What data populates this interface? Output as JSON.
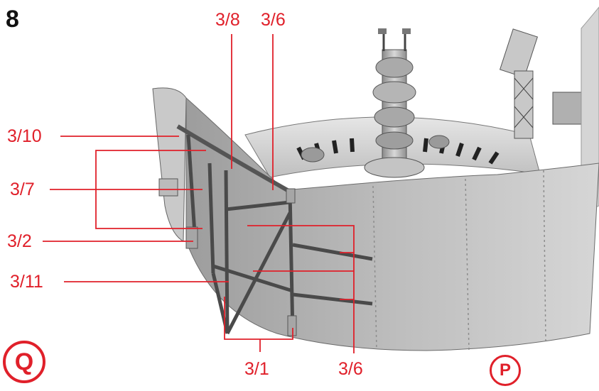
{
  "step_number": "8",
  "labels": {
    "top_left": "3/8",
    "top_right": "3/6",
    "left_1": "3/10",
    "left_2": "3/7",
    "left_3": "3/2",
    "left_4": "3/11",
    "bottom_mid": "3/1",
    "bottom_right": "3/6"
  },
  "markers": {
    "q": "Q",
    "p": "P"
  },
  "colors": {
    "annotation": "#e0202a",
    "model_gray": "#b9b9b9"
  }
}
